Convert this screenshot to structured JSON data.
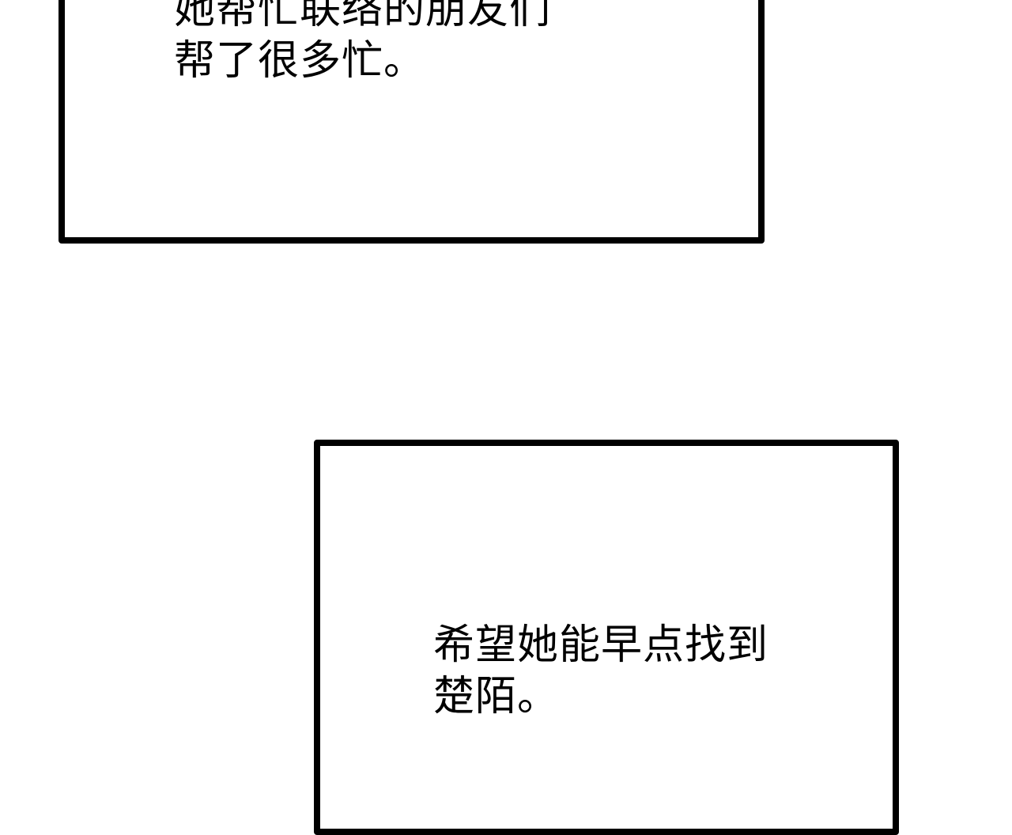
{
  "panels": [
    {
      "lines": [
        "她帮忙联络的朋友们",
        "帮了很多忙。"
      ]
    },
    {
      "lines": [
        "希望她能早点找到",
        "楚陌。"
      ]
    }
  ],
  "colors": {
    "border": "#000000",
    "background": "#ffffff",
    "text": "#000000"
  }
}
